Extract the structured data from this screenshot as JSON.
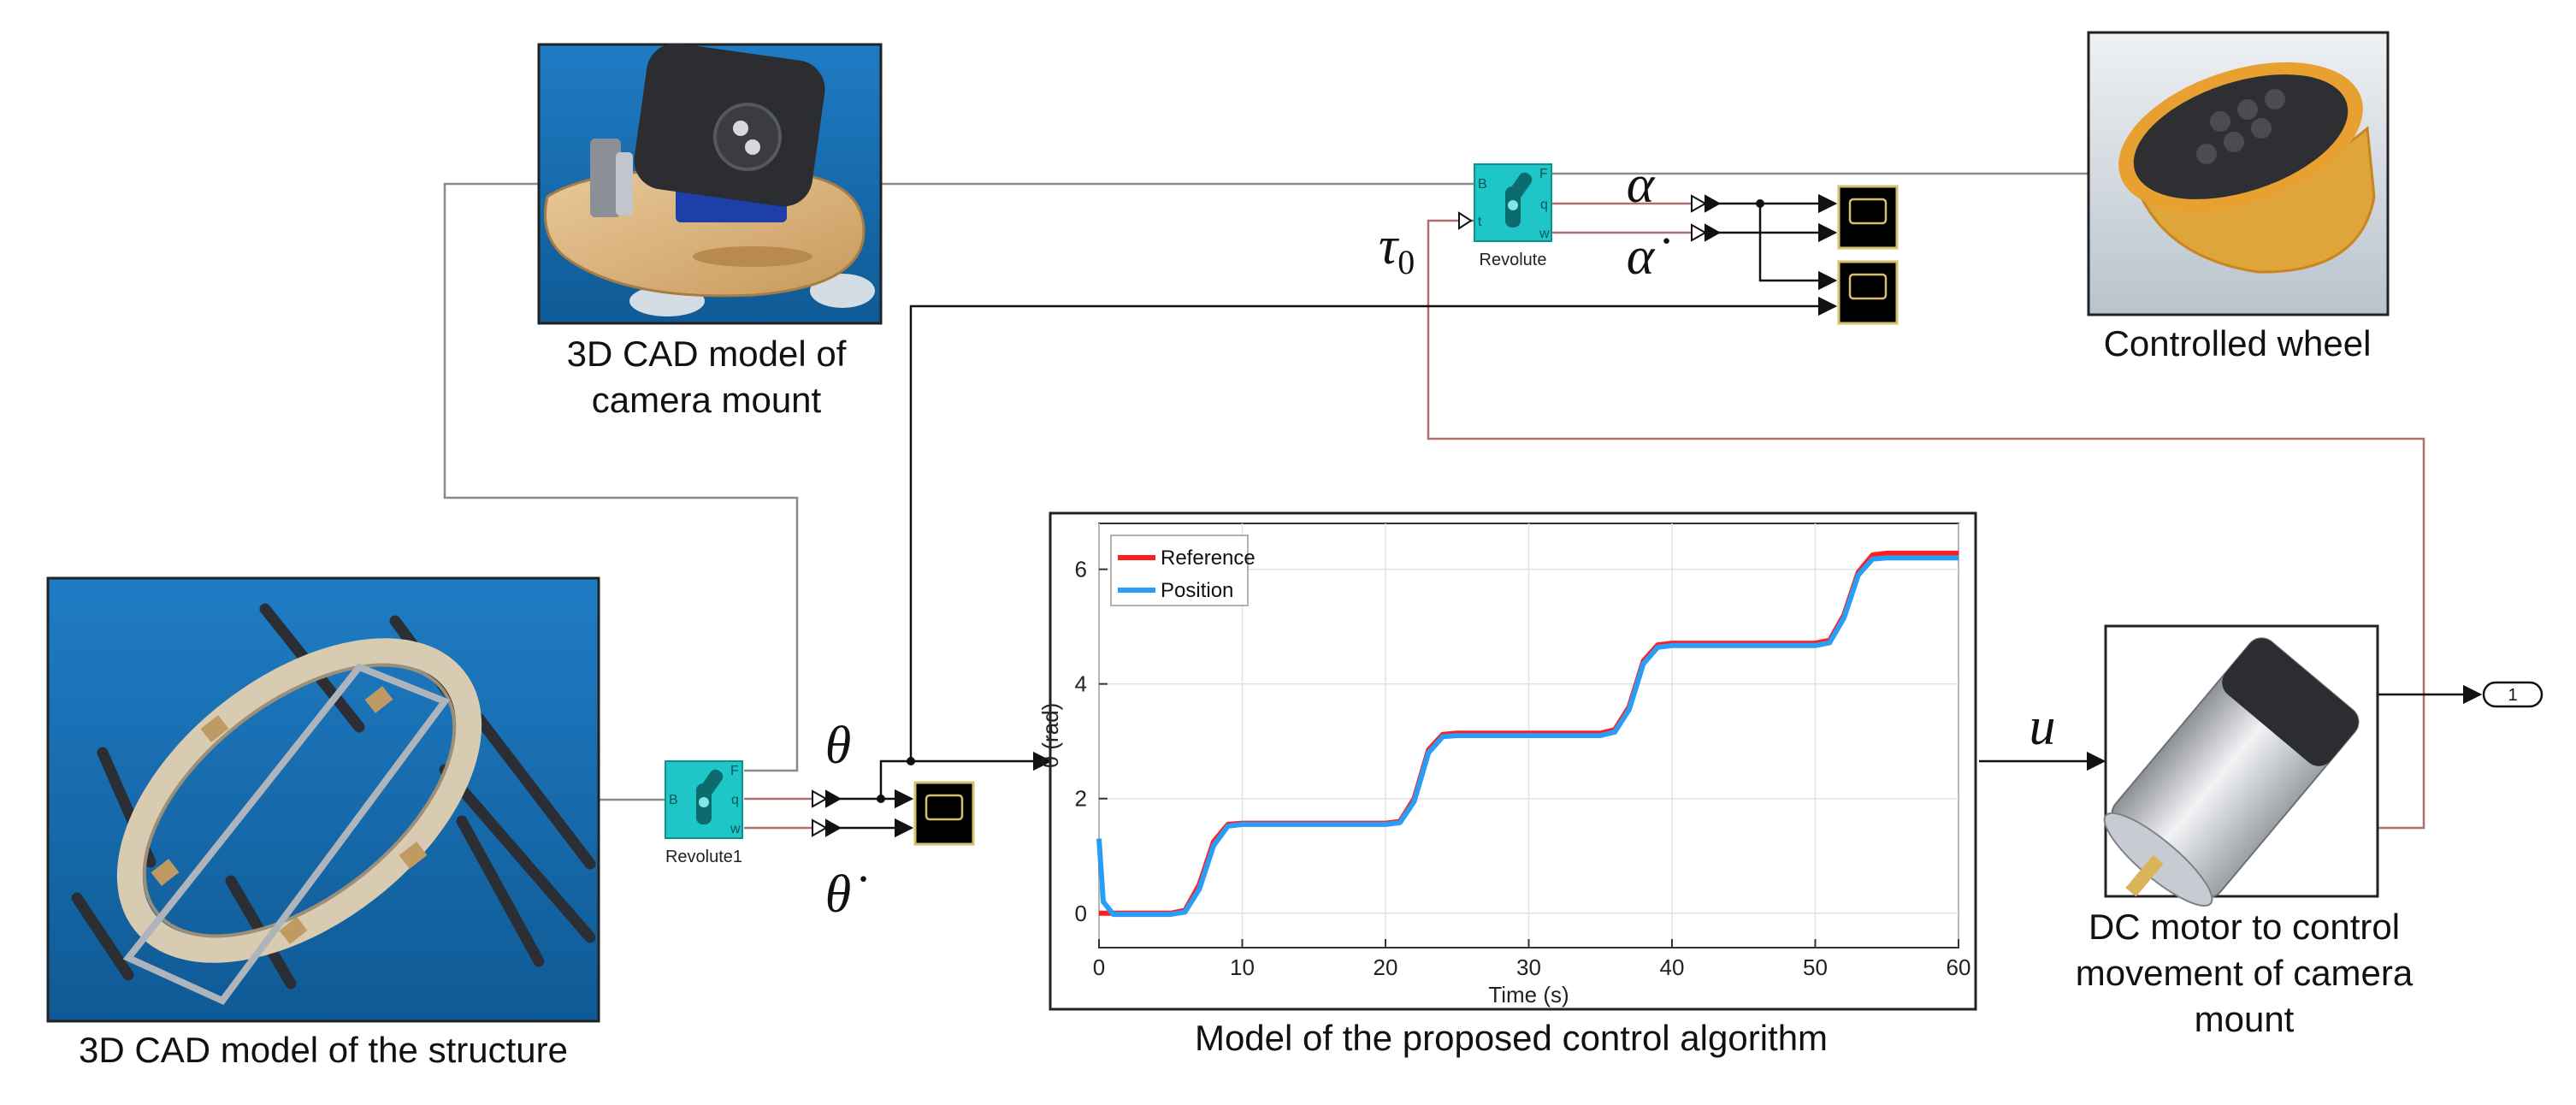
{
  "colors": {
    "wire": "#8a8a8a",
    "signal_red": "#b07070",
    "signal": "#111111",
    "block_cyan": "#1fc6c8",
    "scope_black": "#000000",
    "scope_border": "#d4c070",
    "cad_blue": "#1a6fb3",
    "reference": "#ff1e1e",
    "position": "#2a9df4"
  },
  "captions": {
    "structure": "3D CAD model of the structure",
    "camera_mount_line1": "3D CAD model of",
    "camera_mount_line2": "camera mount",
    "controlled_wheel": "Controlled wheel",
    "control_algorithm": "Model of the proposed control algorithm",
    "dc_motor_line1": "DC motor to control",
    "dc_motor_line2": "movement of camera",
    "dc_motor_line3": "mount"
  },
  "blocks": {
    "revolute_top": {
      "label": "Revolute",
      "ports": [
        "B",
        "F",
        "t",
        "q",
        "w"
      ]
    },
    "revolute_bottom": {
      "label": "Revolute1",
      "ports": [
        "B",
        "F",
        "q",
        "w"
      ]
    },
    "outport": {
      "label": "1"
    }
  },
  "symbols": {
    "alpha": "α",
    "alpha_dot": "α̇",
    "tau": "τ",
    "tau_sub": "0",
    "theta": "θ",
    "theta_dot": "θ̇",
    "u": "u"
  },
  "chart_data": {
    "type": "line",
    "xlabel": "Time (s)",
    "ylabel": "θ (rad)",
    "xlim": [
      0,
      60
    ],
    "ylim": [
      -0.6,
      6.8
    ],
    "xticks": [
      0,
      10,
      20,
      30,
      40,
      50,
      60
    ],
    "yticks": [
      0,
      2,
      4,
      6
    ],
    "grid": true,
    "legend_position": "top-left",
    "series": [
      {
        "name": "Reference",
        "color": "#ff1e1e",
        "x": [
          0,
          5,
          6,
          7,
          8,
          9,
          10,
          20,
          21,
          22,
          23,
          24,
          25,
          35,
          36,
          37,
          38,
          39,
          40,
          50,
          51,
          52,
          53,
          54,
          55,
          60
        ],
        "y": [
          0,
          0,
          0.05,
          0.5,
          1.25,
          1.55,
          1.57,
          1.57,
          1.6,
          2.0,
          2.85,
          3.12,
          3.14,
          3.14,
          3.2,
          3.6,
          4.4,
          4.68,
          4.71,
          4.71,
          4.76,
          5.2,
          5.95,
          6.25,
          6.28,
          6.28
        ]
      },
      {
        "name": "Position",
        "color": "#2a9df4",
        "x": [
          0,
          0.3,
          1,
          5,
          6,
          7,
          8,
          9,
          10,
          20,
          21,
          22,
          23,
          24,
          25,
          35,
          36,
          37,
          38,
          39,
          40,
          50,
          51,
          52,
          53,
          54,
          55,
          60
        ],
        "y": [
          1.3,
          0.2,
          -0.02,
          -0.02,
          0.02,
          0.42,
          1.18,
          1.52,
          1.55,
          1.55,
          1.58,
          1.95,
          2.8,
          3.08,
          3.1,
          3.1,
          3.16,
          3.55,
          4.35,
          4.64,
          4.67,
          4.67,
          4.72,
          5.15,
          5.9,
          6.18,
          6.2,
          6.2
        ]
      }
    ]
  }
}
